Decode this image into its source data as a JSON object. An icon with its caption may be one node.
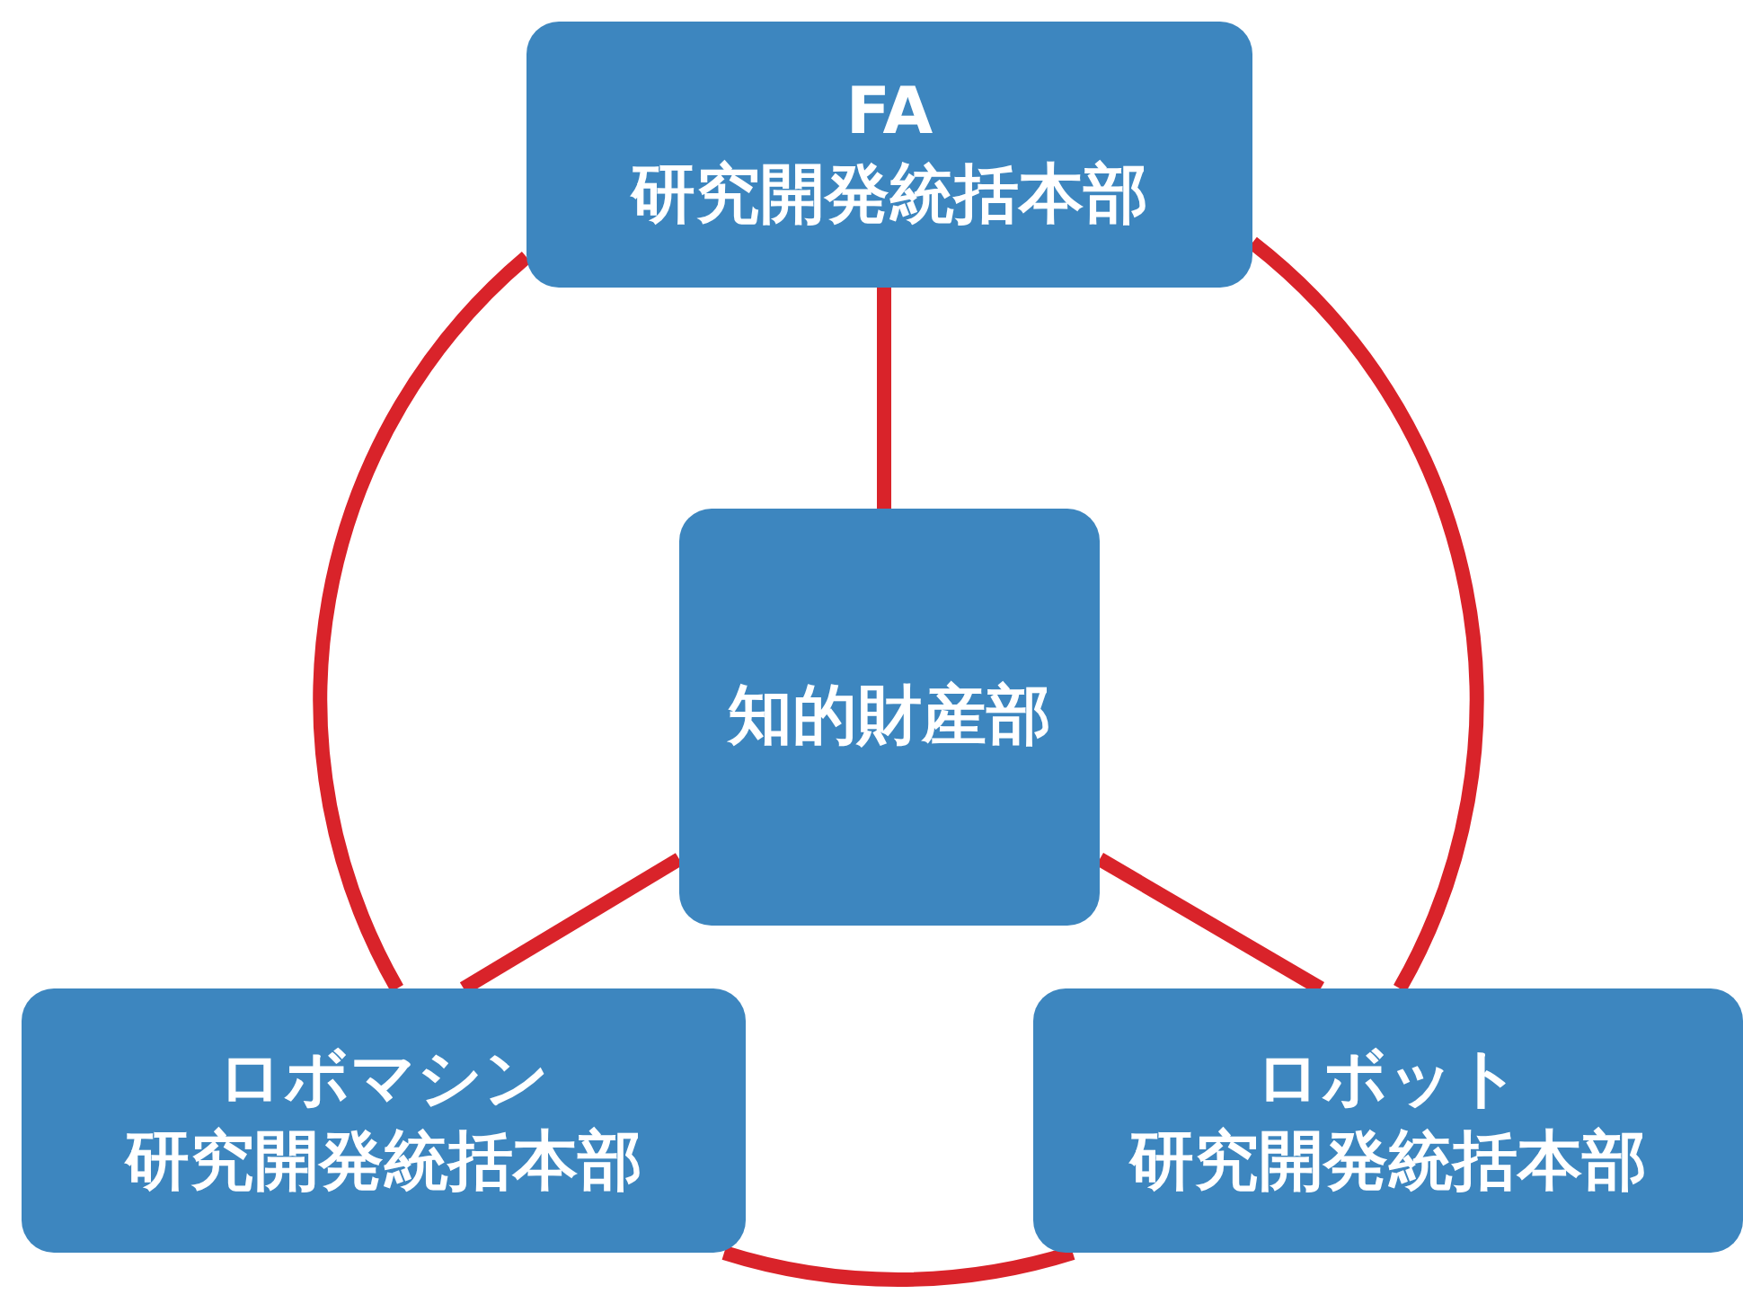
{
  "diagram": {
    "nodes": [
      {
        "text": [
          "FA",
          "研究開発統括本部"
        ]
      },
      {
        "text": [
          "知的財産部"
        ]
      },
      {
        "text": [
          "ロボマシン",
          "研究開発統括本部"
        ]
      },
      {
        "text": [
          "ロボット",
          "研究開発統括本部"
        ]
      }
    ],
    "edges": [
      {
        "from": 1,
        "to": 0,
        "arrow": "none"
      },
      {
        "from": 1,
        "to": 2,
        "arrow": "none"
      },
      {
        "from": 1,
        "to": 3,
        "arrow": "none"
      },
      {
        "from": 0,
        "to": 2,
        "arrow": "none"
      },
      {
        "from": 0,
        "to": 3,
        "arrow": "none"
      },
      {
        "from": 2,
        "to": 3,
        "arrow": "none"
      }
    ]
  }
}
